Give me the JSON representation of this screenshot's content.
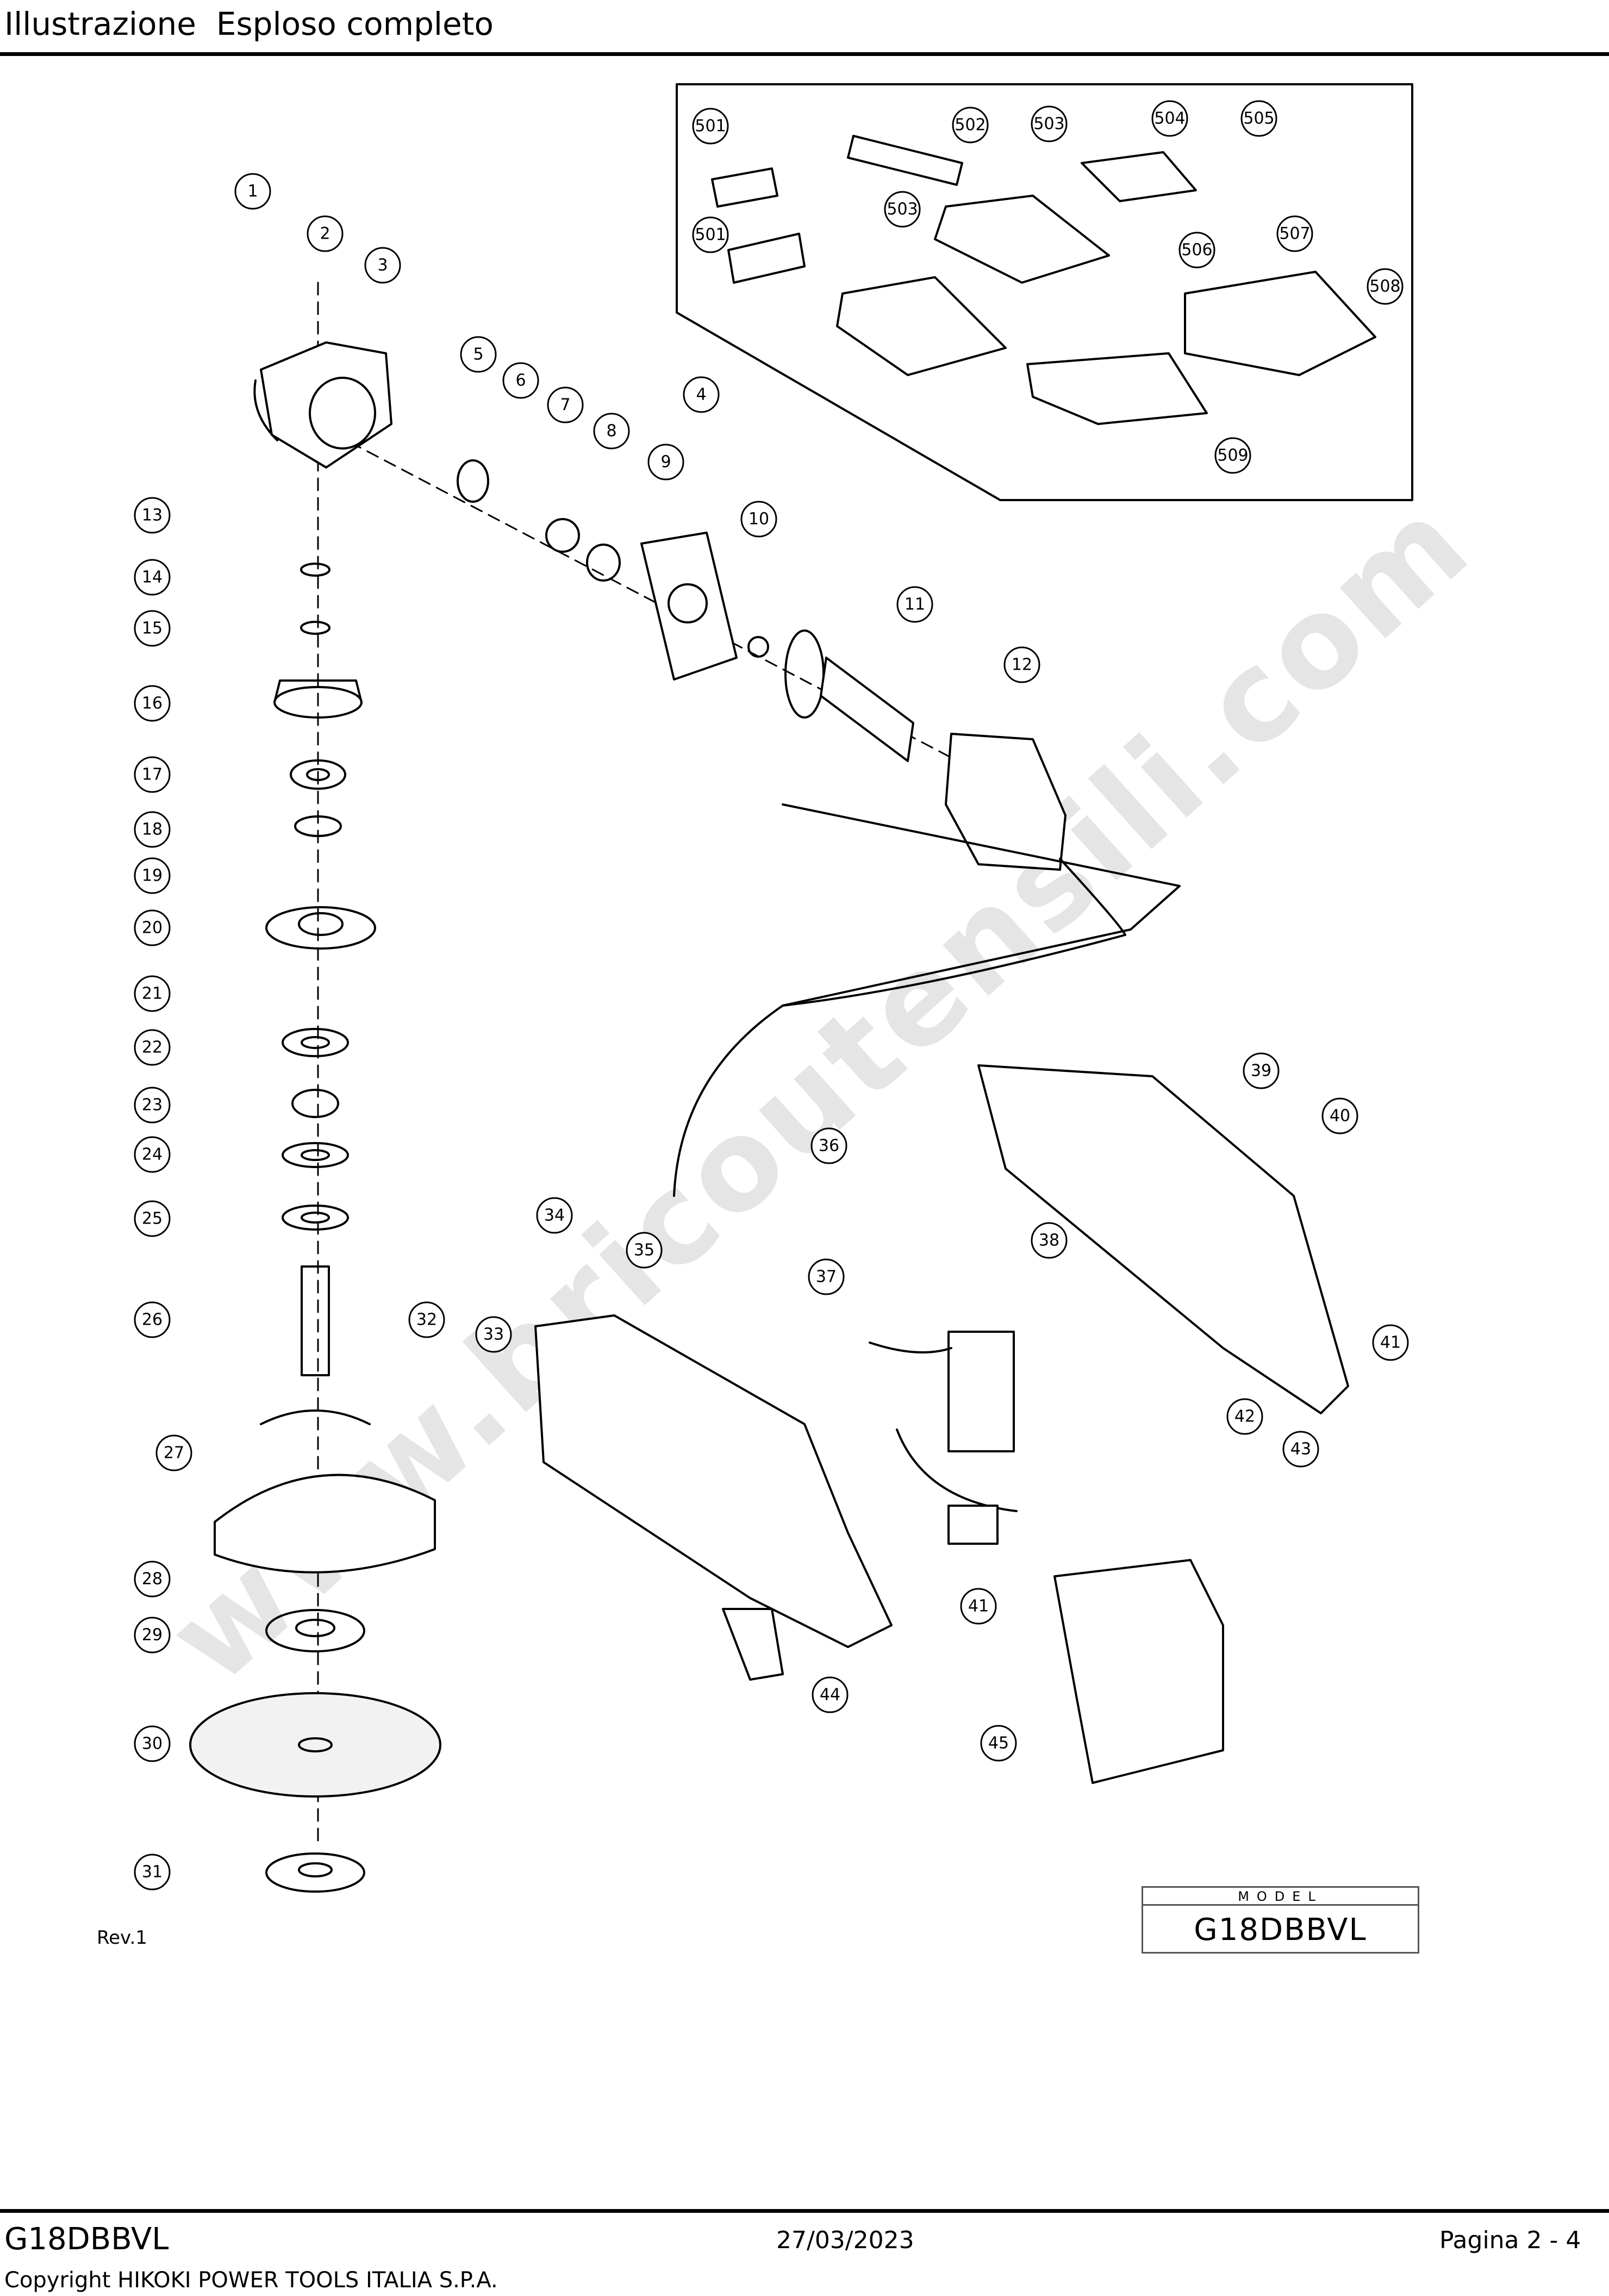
{
  "header": {
    "title": "Illustrazione  Esploso completo"
  },
  "diagram": {
    "callouts": [
      "1",
      "2",
      "3",
      "4",
      "5",
      "6",
      "7",
      "8",
      "9",
      "10",
      "11",
      "12",
      "13",
      "14",
      "15",
      "16",
      "17",
      "18",
      "19",
      "20",
      "21",
      "22",
      "23",
      "24",
      "25",
      "26",
      "27",
      "28",
      "29",
      "30",
      "31",
      "32",
      "33",
      "34",
      "35",
      "36",
      "37",
      "38",
      "39",
      "40",
      "41",
      "41",
      "42",
      "43",
      "44",
      "45",
      "501",
      "501",
      "502",
      "503",
      "503",
      "504",
      "505",
      "506",
      "507",
      "508",
      "509"
    ]
  },
  "rev_label": "Rev.1",
  "model_box": {
    "heading": "MODEL",
    "name": "G18DBBVL"
  },
  "watermark": "www.bricoutensili.com",
  "footer": {
    "model": "G18DBBVL",
    "date": "27/03/2023",
    "page": "Pagina 2 - 4",
    "copyright": "Copyright HIKOKI POWER TOOLS ITALIA S.P.A."
  }
}
